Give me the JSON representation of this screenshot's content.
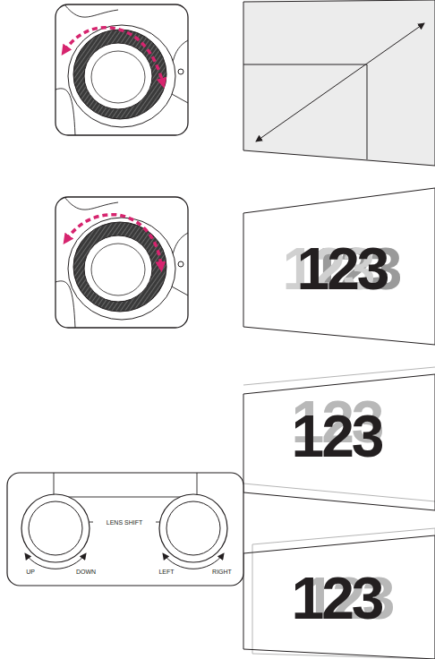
{
  "diagram": {
    "labels": [
      "123",
      "123",
      "123",
      "LENS SHIFT",
      "UP",
      "DOWN",
      "LEFT",
      "RIGHT"
    ]
  }
}
